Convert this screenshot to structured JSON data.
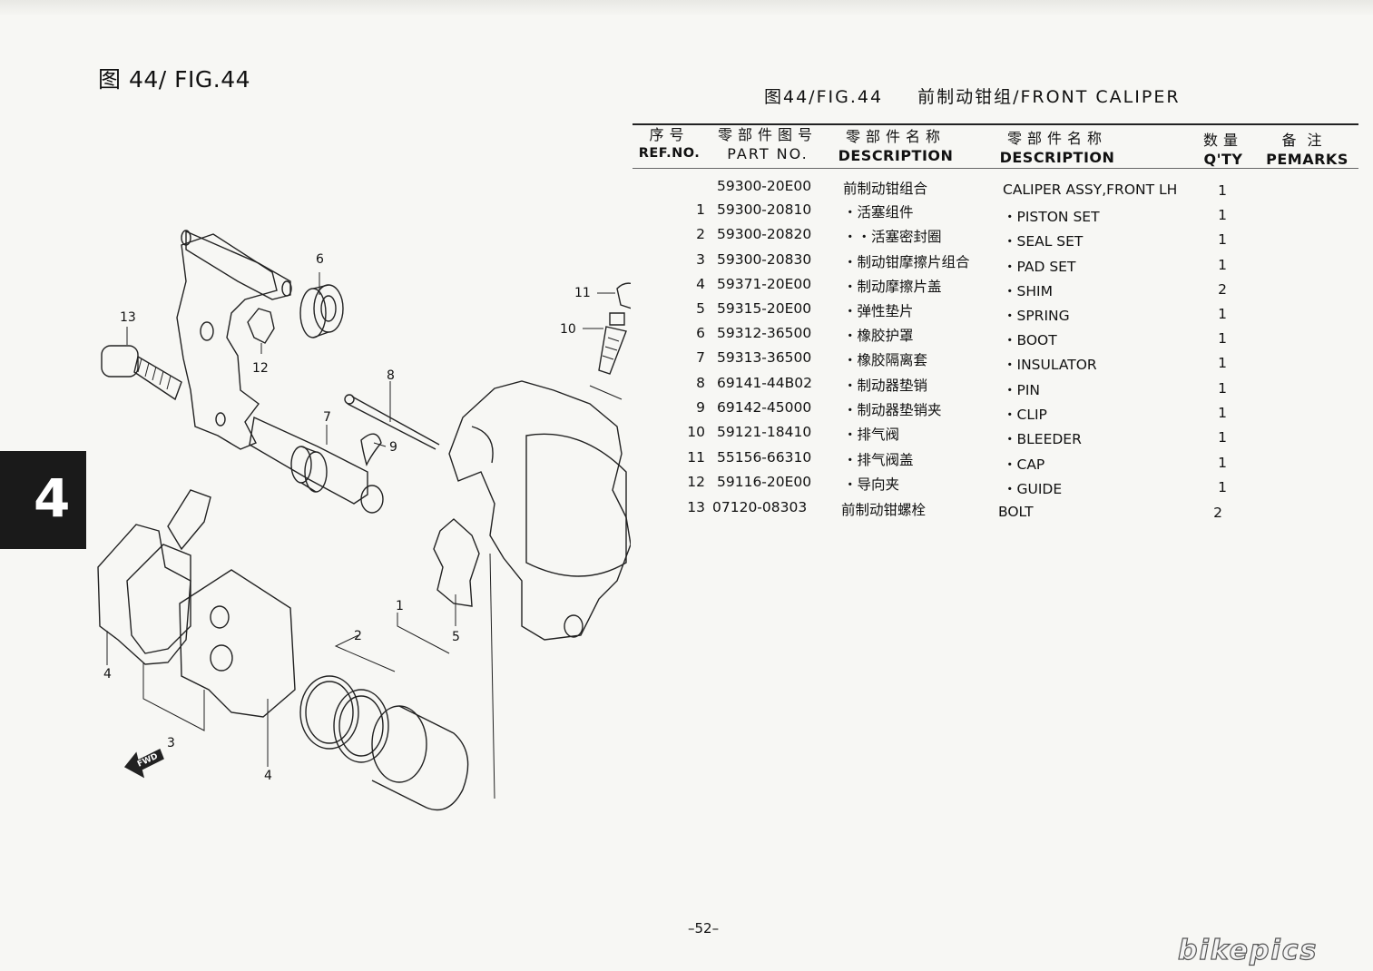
{
  "left_title": "图 44/ FIG.44",
  "right_title": {
    "fig": "图44/FIG.44",
    "name": "前制动钳组/FRONT CALIPER"
  },
  "headers": {
    "ref_zh": "序号",
    "ref_en": "REF.NO.",
    "part_zh": "零部件图号",
    "part_en": "PART NO.",
    "desc_zh_zh": "零部件名称",
    "desc_zh_en": "DESCRIPTION",
    "desc_en_zh": "零部件名称",
    "desc_en_en": "DESCRIPTION",
    "qty_zh": "数量",
    "qty_en": "Q'TY",
    "remarks_zh": "备注",
    "remarks_en": "PEMARKS"
  },
  "rows": [
    {
      "ref": "",
      "part": "59300-20E00",
      "zh": "前制动钳组合",
      "en": "CALIPER ASSY,FRONT LH",
      "qty": "1"
    },
    {
      "ref": "1",
      "part": "59300-20810",
      "zh": "・活塞组件",
      "en": "・PISTON SET",
      "qty": "1"
    },
    {
      "ref": "2",
      "part": "59300-20820",
      "zh": "・・活塞密封圈",
      "en": "・SEAL SET",
      "qty": "1"
    },
    {
      "ref": "3",
      "part": "59300-20830",
      "zh": "・制动钳摩擦片组合",
      "en": "・PAD SET",
      "qty": "1"
    },
    {
      "ref": "4",
      "part": "59371-20E00",
      "zh": "・制动摩擦片盖",
      "en": "・SHIM",
      "qty": "2"
    },
    {
      "ref": "5",
      "part": "59315-20E00",
      "zh": "・弹性垫片",
      "en": "・SPRING",
      "qty": "1"
    },
    {
      "ref": "6",
      "part": "59312-36500",
      "zh": "・橡胶护罩",
      "en": "・BOOT",
      "qty": "1"
    },
    {
      "ref": "7",
      "part": "59313-36500",
      "zh": "・橡胶隔离套",
      "en": "・INSULATOR",
      "qty": "1"
    },
    {
      "ref": "8",
      "part": "69141-44B02",
      "zh": "・制动器垫销",
      "en": "・PIN",
      "qty": "1"
    },
    {
      "ref": "9",
      "part": "69142-45000",
      "zh": "・制动器垫销夹",
      "en": "・CLIP",
      "qty": "1"
    },
    {
      "ref": "10",
      "part": "59121-18410",
      "zh": "・排气阀",
      "en": "・BLEEDER",
      "qty": "1"
    },
    {
      "ref": "11",
      "part": "55156-66310",
      "zh": "・排气阀盖",
      "en": "・CAP",
      "qty": "1"
    },
    {
      "ref": "12",
      "part": "59116-20E00",
      "zh": "・导向夹",
      "en": "・GUIDE",
      "qty": "1"
    },
    {
      "ref": "13",
      "part": "07120-08303",
      "zh": "前制动钳螺栓",
      "en": "BOLT",
      "qty": "2"
    }
  ],
  "section_tab": "4",
  "page_number": "–52–",
  "watermark": "bikepics",
  "diagram": {
    "callouts": [
      "1",
      "2",
      "3",
      "4",
      "4",
      "5",
      "6",
      "7",
      "8",
      "9",
      "10",
      "11",
      "12",
      "13"
    ],
    "fwd_label": "FWD"
  }
}
